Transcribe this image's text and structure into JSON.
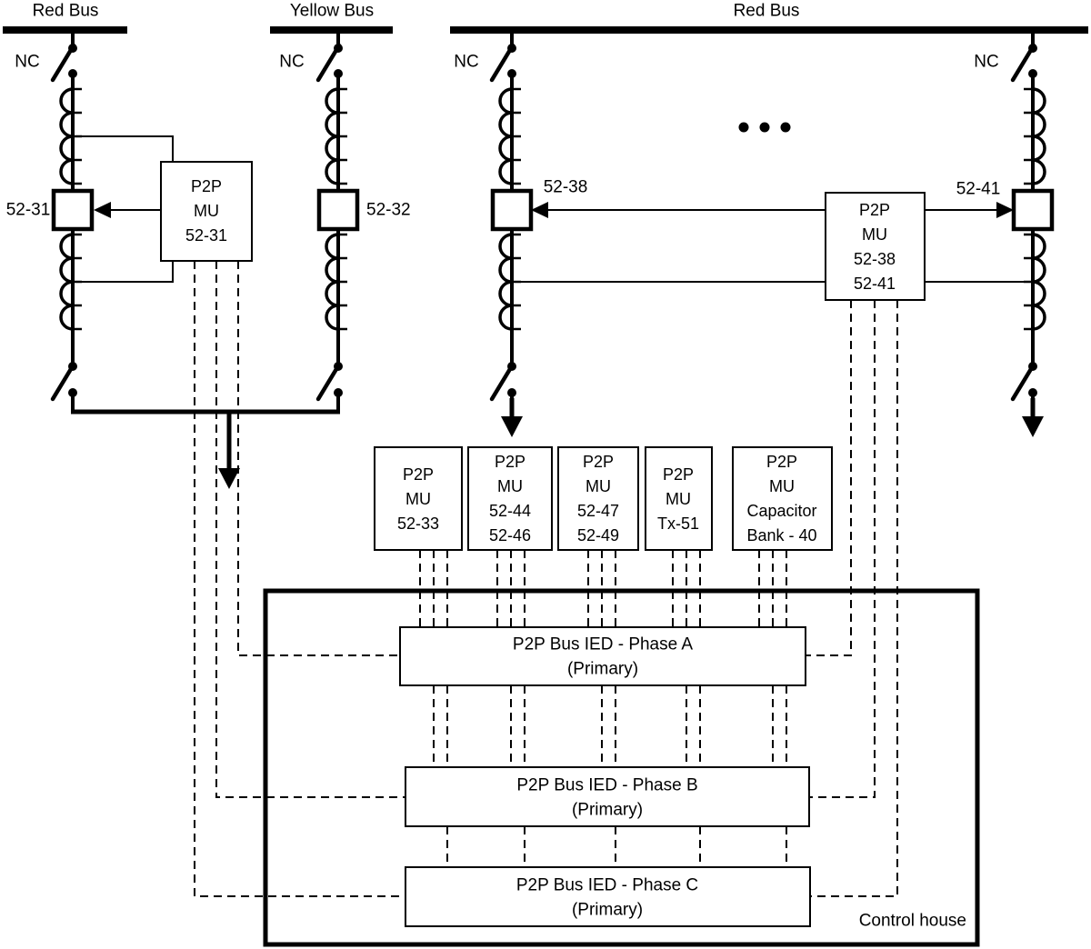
{
  "diagram": {
    "buses": [
      {
        "label": "Red Bus"
      },
      {
        "label": "Yellow Bus"
      },
      {
        "label": "Red Bus"
      }
    ],
    "nc": "NC",
    "breaker_labels": {
      "b52_31": "52-31",
      "b52_32": "52-32",
      "b52_38": "52-38",
      "b52_41": "52-41"
    },
    "mu_52_31": {
      "lines": [
        "P2P",
        "MU",
        "52-31"
      ]
    },
    "mu_52_38_41": {
      "lines": [
        "P2P",
        "MU",
        "52-38",
        "52-41"
      ]
    },
    "mu_row": [
      {
        "lines": [
          "P2P",
          "MU",
          "52-33"
        ]
      },
      {
        "lines": [
          "P2P",
          "MU",
          "52-44",
          "52-46"
        ]
      },
      {
        "lines": [
          "P2P",
          "MU",
          "52-47",
          "52-49"
        ]
      },
      {
        "lines": [
          "P2P",
          "MU",
          "Tx-51"
        ]
      },
      {
        "lines": [
          "P2P",
          "MU",
          "Capacitor",
          "Bank - 40"
        ]
      }
    ],
    "ieds": [
      {
        "title": "P2P Bus IED - Phase A",
        "subtitle": "(Primary)"
      },
      {
        "title": "P2P Bus IED - Phase B",
        "subtitle": "(Primary)"
      },
      {
        "title": "P2P Bus IED - Phase C",
        "subtitle": "(Primary)"
      }
    ],
    "control_house": "Control house",
    "colors": {
      "line": "#000000",
      "background": "#ffffff"
    }
  }
}
